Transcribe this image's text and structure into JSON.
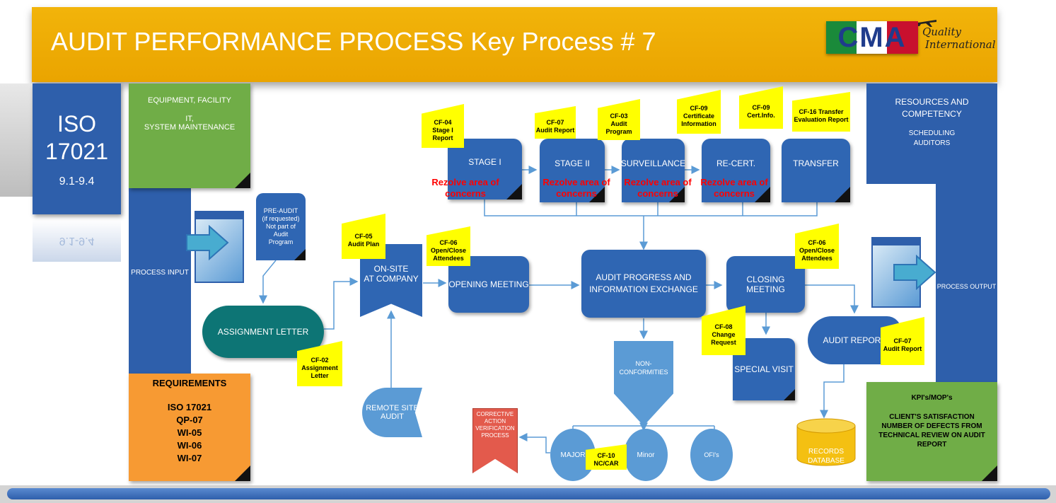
{
  "header": {
    "title": "AUDIT PERFORMANCE PROCESS Key Process  # 7"
  },
  "logo": {
    "text": "CMA",
    "tagline_1": "Quality",
    "tagline_2": "International"
  },
  "iso": {
    "line1": "ISO",
    "line2": "17021",
    "line3": "9.1-9.4",
    "reflection": "9.1-9.4"
  },
  "equipment": {
    "line1": "EQUIPMENT, FACILITY",
    "line2": "IT,",
    "line3": "SYSTEM MAINTENANCE"
  },
  "process_input": "PROCESS INPUT",
  "process_output": "PROCESS OUTPUT",
  "resources": {
    "line1": "RESOURCES AND",
    "line2": "COMPETENCY",
    "line3": "SCHEDULING",
    "line4": "AUDITORS"
  },
  "requirements": {
    "title": "REQUIREMENTS",
    "items": [
      "ISO 17021",
      "QP-07",
      "WI-05",
      "WI-06",
      "WI-07"
    ]
  },
  "kpi": {
    "title": "KPI's/MOP's",
    "line1": "CLIENT'S SATISFACTION",
    "line2": "NUMBER OF DEFECTS FROM",
    "line3": "TECHNICAL REVIEW ON AUDIT",
    "line4": "REPORT"
  },
  "pre_audit": [
    "PRE-AUDIT",
    "(if requested)",
    "Not part of",
    "Audit",
    "Program"
  ],
  "assignment_letter": "ASSIGNMENT LETTER",
  "onsite": {
    "line1": "ON-SITE",
    "line2": "AT COMPANY"
  },
  "remote": {
    "line1": "REMOTE SITE",
    "line2": "AUDIT"
  },
  "opening_meeting": "OPENING MEETING",
  "audit_progress": {
    "line1": "AUDIT PROGRESS AND",
    "line2": "INFORMATION EXCHANGE"
  },
  "closing_meeting": "CLOSING MEETING",
  "audit_report": "AUDIT REPORT",
  "special_visit": "SPECIAL VISIT",
  "nonconformities": {
    "line1": "NON-",
    "line2": "CONFORMITIES"
  },
  "corrective": [
    "CORRECTIVE",
    "ACTION",
    "VERIFICATION",
    "PROCESS"
  ],
  "major": "MAJOR",
  "minor": "Minor",
  "ofi": "OFI's",
  "records": {
    "line1": "RECORDS",
    "line2": "DATABASE"
  },
  "stages": [
    "STAGE I",
    "STAGE II",
    "SURVEILLANCE",
    "RE-CERT.",
    "TRANSFER"
  ],
  "concern_lines": [
    "Rezolve area of",
    "concerns"
  ],
  "notes": {
    "cf04": [
      "CF-04",
      "Stage I",
      "Report"
    ],
    "cf07a": [
      "CF-07",
      "Audit Report"
    ],
    "cf03": [
      "CF-03",
      "Audit",
      "Program"
    ],
    "cf09a": [
      "CF-09",
      "Certificate",
      "Information"
    ],
    "cf09b": [
      "CF-09",
      "Cert.Info."
    ],
    "cf16": [
      "CF-16 Transfer",
      "Evaluation Report"
    ],
    "cf05": [
      "CF-05",
      "Audit Plan"
    ],
    "cf06a": [
      "CF-06",
      "Open/Close",
      "Attendees"
    ],
    "cf06b": [
      "CF-06",
      "Open/Close",
      "Attendees"
    ],
    "cf02": [
      "CF-02",
      "Assignment",
      "Letter"
    ],
    "cf08": [
      "CF-08",
      "Change",
      "Request"
    ],
    "cf07b": [
      "CF-07",
      "Audit Report"
    ],
    "cf10": [
      "CF-10",
      "NC/CAR"
    ]
  },
  "colors": {
    "header": "#f2b40a",
    "blue": "#2e5fab",
    "green": "#70ad47",
    "orange": "#f79a33",
    "teal": "#0d7575",
    "yellow": "#ffff00",
    "red": "#ff0000",
    "db": "#f4c012"
  }
}
